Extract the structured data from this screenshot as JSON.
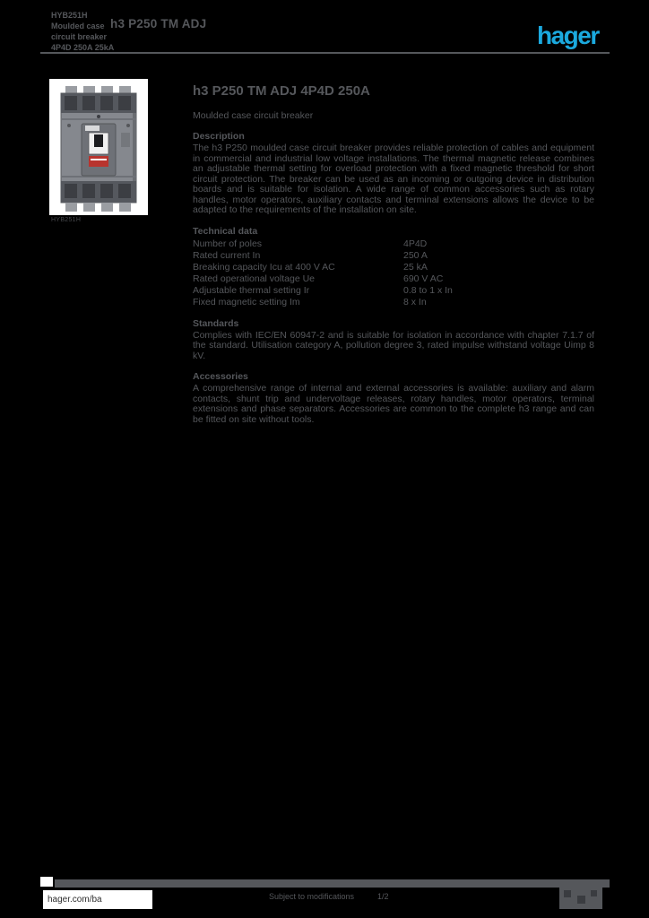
{
  "header": {
    "ref_lines": [
      "HYB251H",
      "Moulded case",
      "circuit breaker",
      "4P4D 250A 25kA"
    ],
    "product_name": "h3 P250 TM ADJ",
    "logo_text": "hager"
  },
  "product": {
    "image_caption": "HYB251H",
    "title": "h3 P250 TM ADJ 4P4D 250A",
    "subtitle": "Moulded case circuit breaker",
    "description_heading": "Description",
    "description_text": "The h3 P250 moulded case circuit breaker provides reliable protection of cables and equipment in commercial and industrial low voltage installations. The thermal magnetic release combines an adjustable thermal setting for overload protection with a fixed magnetic threshold for short circuit protection. The breaker can be used as an incoming or outgoing device in distribution boards and is suitable for isolation. A wide range of common accessories such as rotary handles, motor operators, auxiliary contacts and terminal extensions allows the device to be adapted to the requirements of the installation on site.",
    "tech_heading": "Technical data",
    "tech_rows": [
      {
        "label": "Number of poles",
        "value": "4P4D"
      },
      {
        "label": "Rated current In",
        "value": "250 A"
      },
      {
        "label": "Breaking capacity Icu at 400 V AC",
        "value": "25 kA"
      },
      {
        "label": "Rated operational voltage Ue",
        "value": "690 V AC"
      },
      {
        "label": "Adjustable thermal setting Ir",
        "value": "0.8 to 1 x In"
      },
      {
        "label": "Fixed magnetic setting Im",
        "value": "8 x In"
      }
    ],
    "standards_heading": "Standards",
    "standards_text": "Complies with IEC/EN 60947-2 and is suitable for isolation in accordance with chapter 7.1.7 of the standard. Utilisation category A, pollution degree 3, rated impulse withstand voltage Uimp 8 kV.",
    "accessories_heading": "Accessories",
    "accessories_text": "A comprehensive range of internal and external accessories is available: auxiliary and alarm contacts, shunt trip and undervoltage releases, rotary handles, motor operators, terminal extensions and phase separators. Accessories are common to the complete h3 range and can be fitted on site without tools."
  },
  "footer": {
    "site_link": "hager.com/ba",
    "center_text": "Subject to modifications",
    "page_number": "1/2"
  },
  "colors": {
    "accent": "#1BA9DE",
    "text": "#55575b",
    "background": "#000000"
  }
}
